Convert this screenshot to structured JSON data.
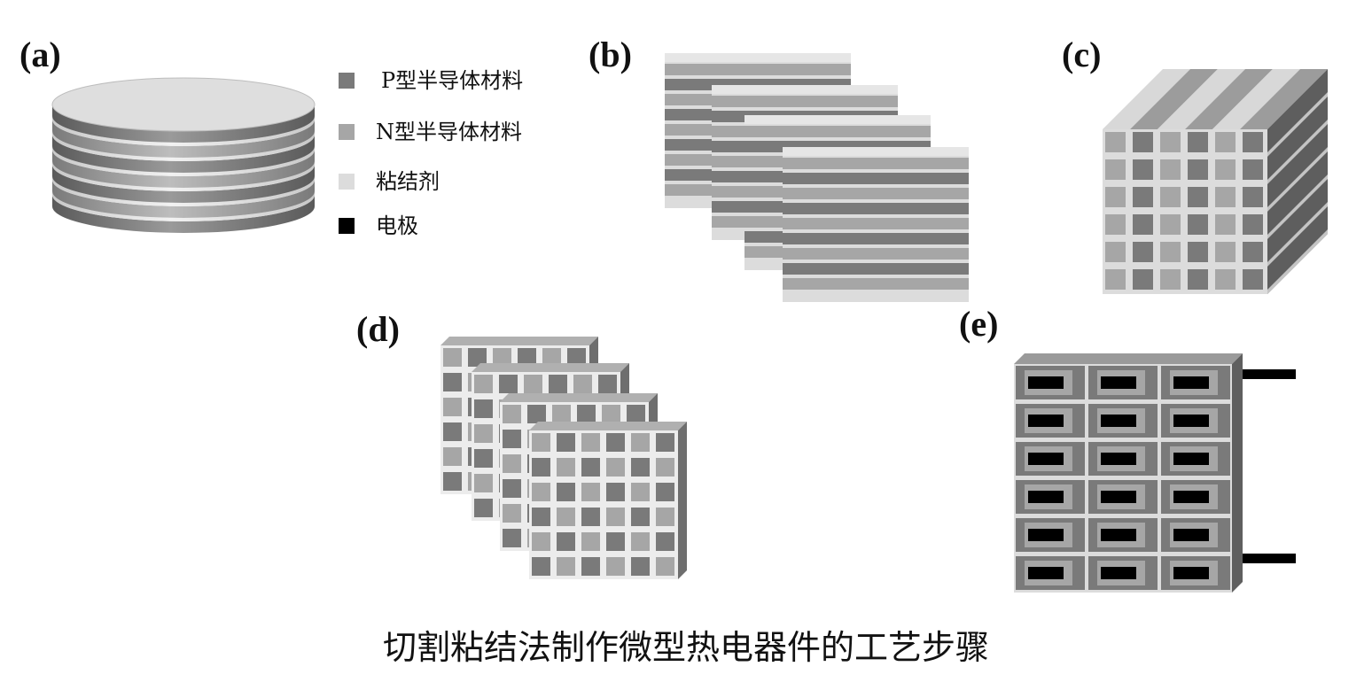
{
  "panels": {
    "a": "(a)",
    "b": "(b)",
    "c": "(c)",
    "d": "(d)",
    "e": "(e)"
  },
  "legend": [
    {
      "label": "P型半导体材料",
      "color": "#7a7a7a"
    },
    {
      "label": "N型半导体材料",
      "color": "#a6a6a6"
    },
    {
      "label": "粘结剂",
      "color": "#dcdcdc"
    },
    {
      "label": "电极",
      "color": "#000000"
    }
  ],
  "caption": "切割粘结法制作微型热电器件的工艺步骤",
  "colors": {
    "p_type": "#7a7a7a",
    "n_type": "#a6a6a6",
    "binder": "#dcdcdc",
    "electrode": "#000000",
    "side_dark": "#5e5e5e",
    "top_light": "#e6e6e6"
  }
}
